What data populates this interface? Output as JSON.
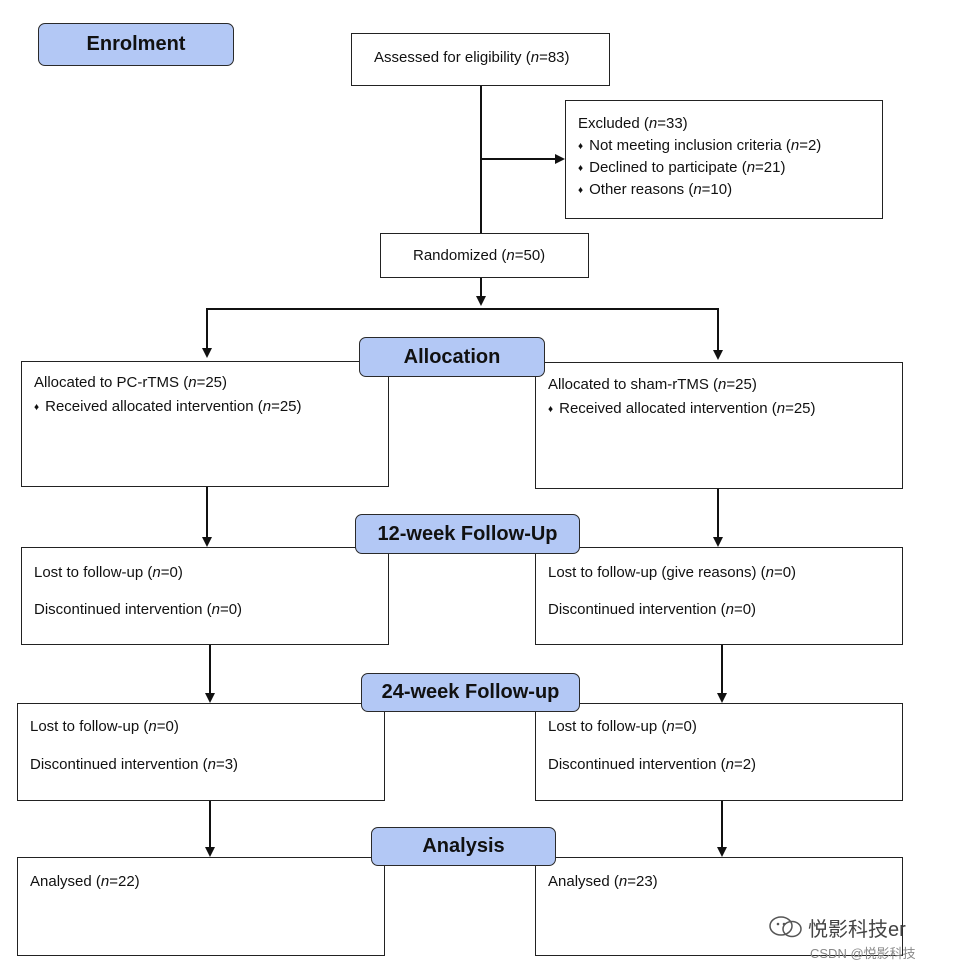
{
  "stages": {
    "enrolment": "Enrolment",
    "allocation": "Allocation",
    "followup12": "12-week Follow-Up",
    "followup24": "24-week Follow-up",
    "analysis": "Analysis"
  },
  "assessed": {
    "label": "Assessed for eligibility (",
    "n": "n",
    "value": "=83)"
  },
  "excluded": {
    "title": {
      "label": "Excluded (",
      "n": "n",
      "value": "=33)"
    },
    "items": [
      {
        "label": "Not meeting inclusion criteria (",
        "n": "n",
        "value": "=2)"
      },
      {
        "label": "Declined to participate (",
        "n": "n",
        "value": "=21)"
      },
      {
        "label": "Other reasons (",
        "n": "n",
        "value": "=10)"
      }
    ],
    "bullet": "♦"
  },
  "randomized": {
    "label": "Randomized (",
    "n": "n",
    "value": "=50)"
  },
  "left": {
    "allocated": {
      "label": "Allocated to PC-rTMS (",
      "n": "n",
      "value": "=25)"
    },
    "received": {
      "label": "Received allocated intervention (",
      "n": "n",
      "value": "=25)"
    },
    "fu12_lost": {
      "label": "Lost to follow-up (",
      "n": "n",
      "value": "=0)"
    },
    "fu12_disc": {
      "label": "Discontinued intervention (",
      "n": "n",
      "value": "=0)"
    },
    "fu24_lost": {
      "label": "Lost to follow-up (",
      "n": "n",
      "value": "=0)"
    },
    "fu24_disc": {
      "label": "Discontinued intervention (",
      "n": "n",
      "value": "=3)"
    },
    "analysed": {
      "label": "Analysed (",
      "n": "n",
      "value": "=22)"
    }
  },
  "right": {
    "allocated": {
      "label": "Allocated to sham-rTMS (",
      "n": "n",
      "value": "=25)"
    },
    "received": {
      "label": "Received allocated intervention (",
      "n": "n",
      "value": "=25)"
    },
    "fu12_lost": {
      "label": "Lost to follow-up (give reasons) (",
      "n": "n",
      "value": "=0)"
    },
    "fu12_disc": {
      "label": "Discontinued intervention (",
      "n": "n",
      "value": "=0)"
    },
    "fu24_lost": {
      "label": "Lost to follow-up (",
      "n": "n",
      "value": "=0)"
    },
    "fu24_disc": {
      "label": "Discontinued intervention (",
      "n": "n",
      "value": "=2)"
    },
    "analysed": {
      "label": "Analysed (",
      "n": "n",
      "value": "=23)"
    }
  },
  "watermark": {
    "main": "悦影科技er",
    "sub": "CSDN @悦影科技"
  },
  "colors": {
    "stage_fill": "#b3c8f5",
    "line": "#111111"
  }
}
